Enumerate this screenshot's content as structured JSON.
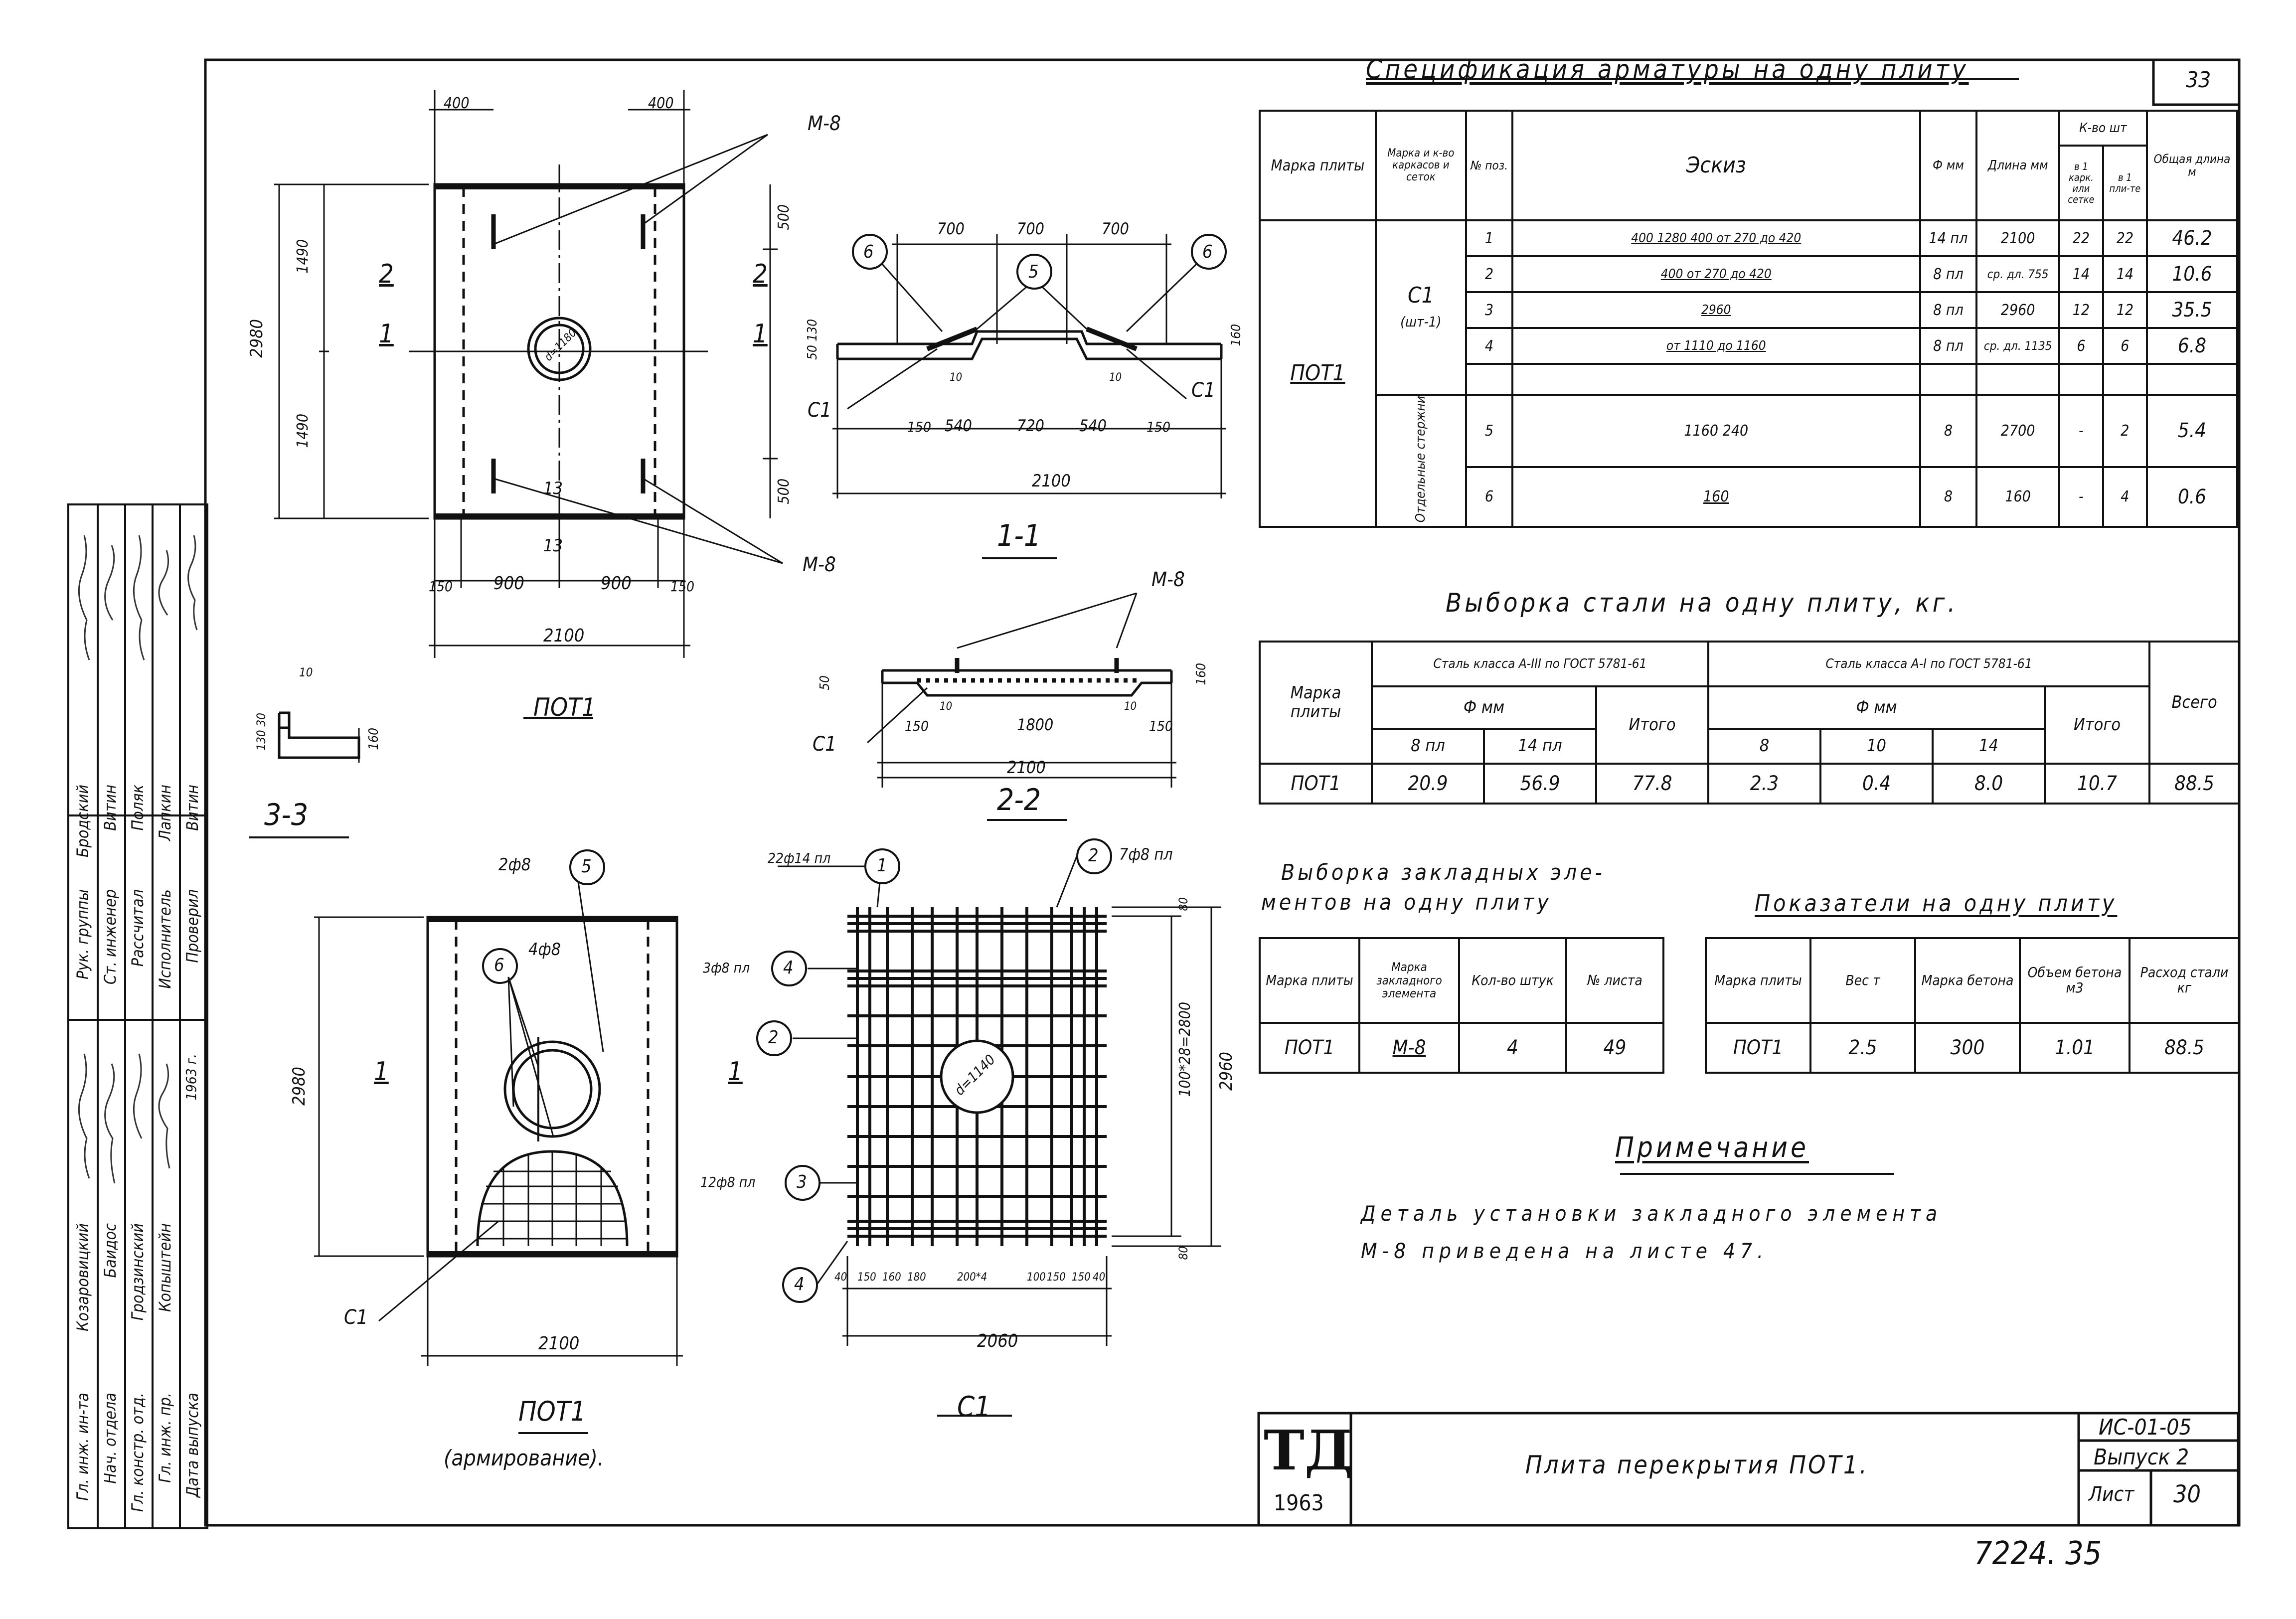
{
  "sheet": {
    "corner_number": "33",
    "bottom_right_numbers": "7224. 35",
    "title_block": {
      "logo": "ТД",
      "logo_year": "1963",
      "title": "Плита перекрытия ПОТ1.",
      "series": "ИС-01-05",
      "issue": "Выпуск 2",
      "sheet_label": "Лист",
      "sheet_no": "30"
    }
  },
  "spec_table": {
    "heading": "Спецификация арматуры на одну плиту",
    "headers": {
      "mark": "Марка плиты",
      "frame": "Марка и к-во каркасов и сеток",
      "pos": "№ поз.",
      "sketch": "Эскиз",
      "dia": "Ф мм",
      "length": "Длина мм",
      "qty": "К-во шт",
      "qty_frame": "в 1 карк. или сетке",
      "qty_plate": "в 1 пли-те",
      "total": "Общая длина м"
    },
    "plate_mark": "ПОТ1",
    "frame_mark": "С1",
    "frame_qty": "(шт-1)",
    "separate_bars": "Отдельные стержни",
    "rows": [
      {
        "pos": "1",
        "sketch": "400 1280 400  от 270 до 420",
        "dia": "14 пл",
        "len": "2100",
        "qf": "22",
        "qp": "22",
        "total": "46.2"
      },
      {
        "pos": "2",
        "sketch": "400 от 270 до 420",
        "dia": "8 пл",
        "len": "ср. дл. 755",
        "qf": "14",
        "qp": "14",
        "total": "10.6"
      },
      {
        "pos": "3",
        "sketch": "2960",
        "dia": "8 пл",
        "len": "2960",
        "qf": "12",
        "qp": "12",
        "total": "35.5"
      },
      {
        "pos": "4",
        "sketch": "от 1110 до 1160",
        "dia": "8 пл",
        "len": "ср. дл. 1135",
        "qf": "6",
        "qp": "6",
        "total": "6.8"
      },
      {
        "pos": "5",
        "sketch": "1160  240",
        "dia": "8",
        "len": "2700",
        "qf": "-",
        "qp": "2",
        "total": "5.4"
      },
      {
        "pos": "6",
        "sketch": "160",
        "dia": "8",
        "len": "160",
        "qf": "-",
        "qp": "4",
        "total": "0.6"
      }
    ]
  },
  "steel_table": {
    "heading": "Выборка стали на одну плиту, кг.",
    "class3": "Сталь класса А-III по ГОСТ 5781-61",
    "class1": "Сталь класса А-I по ГОСТ 5781-61",
    "phi_mm": "Ф мм",
    "mark_h": "Марка плиты",
    "itogo": "Итого",
    "vsego": "Всего",
    "sub3": [
      "8 пл",
      "14 пл"
    ],
    "sub1": [
      "8",
      "10",
      "14"
    ],
    "row": {
      "mark": "ПОТ1",
      "a": "20.9",
      "b": "56.9",
      "c": "77.8",
      "d": "2.3",
      "e": "0.4",
      "f": "8.0",
      "g": "10.7",
      "h": "88.5"
    }
  },
  "embed_table": {
    "heading1": "Выборка закладных эле-",
    "heading2": "ментов на одну плиту",
    "headers": [
      "Марка плиты",
      "Марка закладного элемента",
      "Кол-во штук",
      "№ листа"
    ],
    "row": [
      "ПОТ1",
      "М-8",
      "4",
      "49"
    ]
  },
  "index_table": {
    "heading": "Показатели на одну плиту",
    "headers": [
      "Марка плиты",
      "Вес т",
      "Марка бетона",
      "Объем бетона м3",
      "Расход стали кг"
    ],
    "row": [
      "ПОТ1",
      "2.5",
      "300",
      "1.01",
      "88.5"
    ]
  },
  "note": {
    "heading": "Примечание",
    "line1": "Деталь установки закладного элемента",
    "line2": "М-8 приведена на листе 47."
  },
  "views": {
    "plan_title": "ПОТ1",
    "sec11": "1-1",
    "sec22": "2-2",
    "sec33": "3-3",
    "arm_title": "ПОТ1",
    "arm_sub": "(армирование).",
    "c1_title": "С1",
    "m8": "М-8",
    "c1": "С1",
    "labels": {
      "d400a": "400",
      "d400b": "400",
      "d1490a": "1490",
      "d1490b": "1490",
      "d2980": "2980",
      "d500a": "500",
      "d500b": "500",
      "d150a": "150",
      "d900a": "900",
      "d900b": "900",
      "d150b": "150",
      "d2100a": "2100",
      "d13a": "13",
      "d13b": "13",
      "s700a": "700",
      "s700b": "700",
      "s700c": "700",
      "s150a": "150",
      "s540a": "540",
      "s720": "720",
      "s540b": "540",
      "s150b": "150",
      "s2100": "2100",
      "s10a": "10",
      "s10b": "10",
      "s50": "50",
      "s130": "130",
      "s160": "160",
      "t150a": "150",
      "t1800": "1800",
      "t150b": "150",
      "t2100": "2100",
      "t10a": "10",
      "t10b": "10",
      "t160": "160",
      "t50": "50",
      "r10": "10",
      "r160": "160",
      "r130": "130",
      "r30": "30",
      "a2980": "2980",
      "a2100": "2100",
      "a2f8": "2ф8",
      "a4f8": "4ф8",
      "c22": "22ф14 пл",
      "c7": "7ф8 пл",
      "c3": "3ф8 пл",
      "c12": "12ф8 пл",
      "c2960": "2960",
      "c100": "100*28=2800",
      "c80a": "80",
      "c80b": "80",
      "c2060": "2060",
      "c40a": "40",
      "c150a": "150",
      "c160a": "160",
      "c180": "180",
      "c200": "200*4",
      "c100b": "100",
      "c150b": "150",
      "c150c": "150",
      "c40b": "40",
      "cdia": "d=1140",
      "pdia": "d=1180"
    }
  },
  "stamp": {
    "roles": [
      "Гл. инж. ин-та",
      "Нач. отдела",
      "Гл. констр. отд.",
      "Гл. инж. пр.",
      "Дата выпуска"
    ],
    "names": [
      "Козаровицкий",
      "Баидос",
      "Гродзинский",
      "Копыштейн",
      ""
    ],
    "roles2": [
      "Рук. группы",
      "Ст. инженер",
      "Рассчитал",
      "Исполнитель",
      "Проверил"
    ],
    "names2": [
      "Бродский",
      "Витин",
      "Поляк",
      "Лапкин",
      "Витин"
    ],
    "date": "1963 г."
  }
}
